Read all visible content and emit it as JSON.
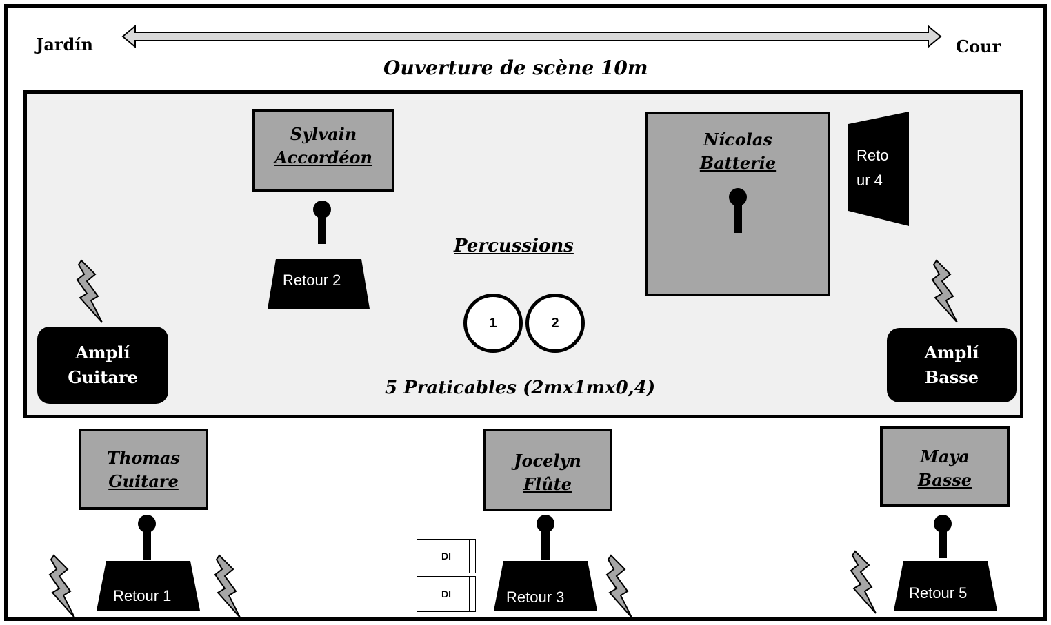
{
  "header": {
    "left_label": "Jardín",
    "right_label": "Cour",
    "opening_label": "Ouverture de scène 10m"
  },
  "stage": {
    "percussions_label": "Percussions",
    "drums": [
      "1",
      "2"
    ],
    "risers_label": "5 Praticables (2mx1mx0,4)"
  },
  "musicians": {
    "sylvain": {
      "name": "Sylvain",
      "instrument": "Accordéon"
    },
    "nicolas": {
      "name": "Nícolas",
      "instrument": "Batterie"
    },
    "thomas": {
      "name": "Thomas",
      "instrument": "Guitare"
    },
    "jocelyn": {
      "name": "Jocelyn",
      "instrument": "Flûte"
    },
    "maya": {
      "name": "Maya",
      "instrument": "Basse"
    }
  },
  "amps": {
    "guitar": {
      "line1": "Amplí",
      "line2": "Guitare"
    },
    "bass": {
      "line1": "Amplí",
      "line2": "Basse"
    }
  },
  "monitors": {
    "retour1": "Retour 1",
    "retour2": "Retour 2",
    "retour3": "Retour 3",
    "retour4_line1": "Reto",
    "retour4_line2": "ur 4",
    "retour5": "Retour 5"
  },
  "di_boxes": [
    "DI",
    "DI"
  ],
  "colors": {
    "musician_fill": "#a6a6a6",
    "stage_fill": "#f0f0f0",
    "power_fill": "#a6a6a6"
  }
}
